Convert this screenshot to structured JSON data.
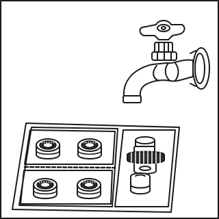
{
  "illustration": {
    "subject": "faucet-with-adapter-kit",
    "palette": {
      "line": "#1a1a1a",
      "fill": "#ffffff",
      "shade": "#8c8c8c",
      "dark": "#2b2b2b"
    },
    "adapter_kit": {
      "left_panel_adapters": 4,
      "right_panel_parts": 2
    }
  }
}
